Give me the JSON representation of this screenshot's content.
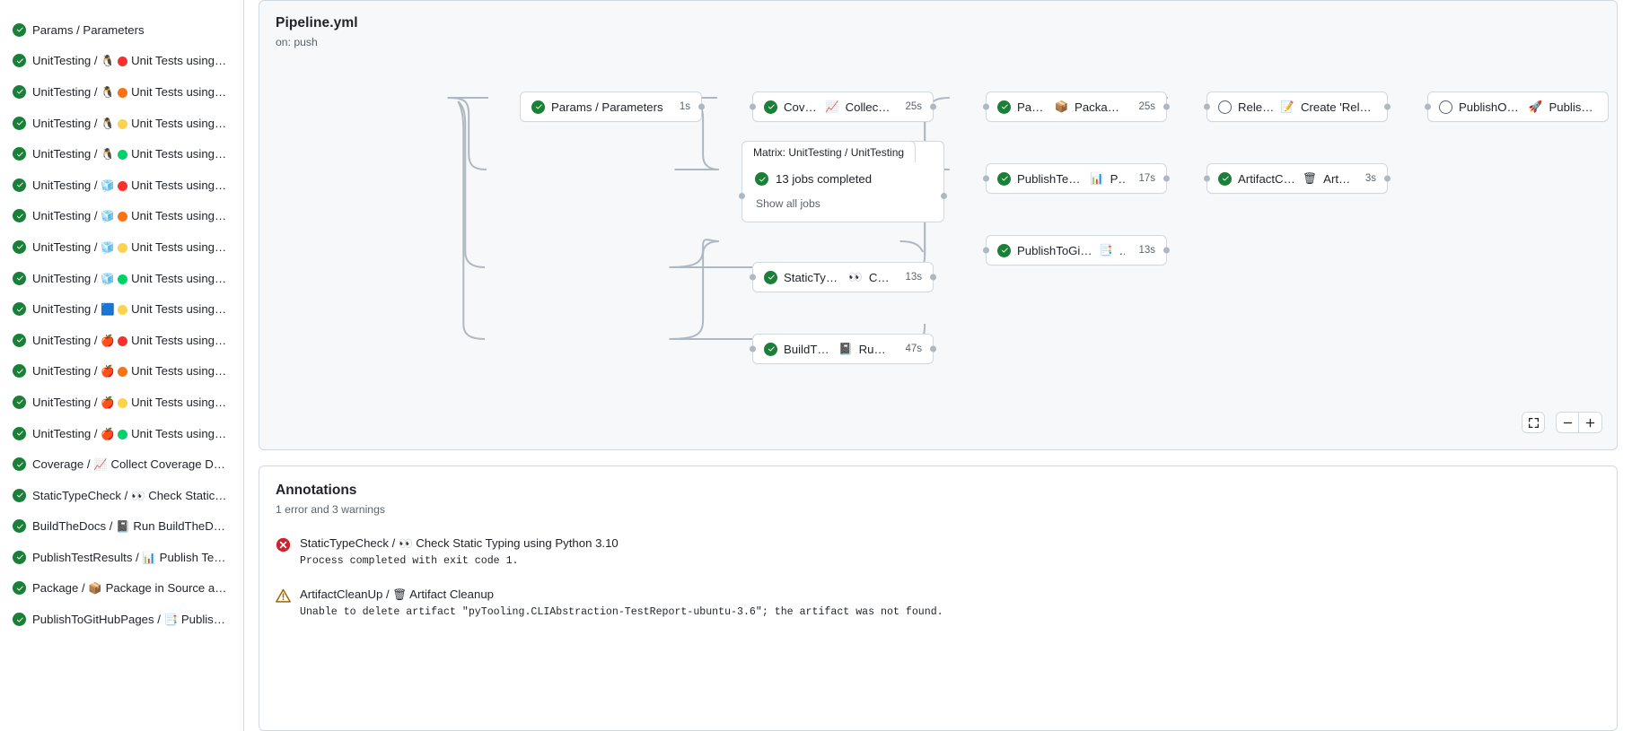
{
  "sidebar": {
    "jobs": [
      {
        "status": "success",
        "label": "Params / Parameters",
        "emoji": "",
        "dot": ""
      },
      {
        "status": "success",
        "label": "UnitTesting / ",
        "emoji": "🐧",
        "dot": "#f8312f",
        "suffix": "Unit Tests using Pyth..."
      },
      {
        "status": "success",
        "label": "UnitTesting / ",
        "emoji": "🐧",
        "dot": "#f97316",
        "suffix": "Unit Tests using Pyth..."
      },
      {
        "status": "success",
        "label": "UnitTesting / ",
        "emoji": "🐧",
        "dot": "#fcd34d",
        "suffix": "Unit Tests using Pyth..."
      },
      {
        "status": "success",
        "label": "UnitTesting / ",
        "emoji": "🐧",
        "dot": "#00d26a",
        "suffix": "Unit Tests using Pyth..."
      },
      {
        "status": "success",
        "label": "UnitTesting / ",
        "emoji": "🧊",
        "dot": "#f8312f",
        "suffix": "Unit Tests using Pyth..."
      },
      {
        "status": "success",
        "label": "UnitTesting / ",
        "emoji": "🧊",
        "dot": "#f97316",
        "suffix": "Unit Tests using Pyth..."
      },
      {
        "status": "success",
        "label": "UnitTesting / ",
        "emoji": "🧊",
        "dot": "#fcd34d",
        "suffix": "Unit Tests using Pyth..."
      },
      {
        "status": "success",
        "label": "UnitTesting / ",
        "emoji": "🧊",
        "dot": "#00d26a",
        "suffix": "Unit Tests using Pyth..."
      },
      {
        "status": "success",
        "label": "UnitTesting / ",
        "emoji": "🟦",
        "dot": "#fcd34d",
        "suffix": "Unit Tests using Pyth..."
      },
      {
        "status": "success",
        "label": "UnitTesting / ",
        "emoji": "🍎",
        "dot": "#f8312f",
        "suffix": "Unit Tests using Pyth..."
      },
      {
        "status": "success",
        "label": "UnitTesting / ",
        "emoji": "🍎",
        "dot": "#f97316",
        "suffix": "Unit Tests using Pyth..."
      },
      {
        "status": "success",
        "label": "UnitTesting / ",
        "emoji": "🍎",
        "dot": "#fcd34d",
        "suffix": "Unit Tests using Pyth..."
      },
      {
        "status": "success",
        "label": "UnitTesting / ",
        "emoji": "🍎",
        "dot": "#00d26a",
        "suffix": "Unit Tests using Pyth..."
      },
      {
        "status": "success",
        "label": "Coverage / ",
        "emoji": "📈",
        "dot": "",
        "suffix": "Collect Coverage Data usi..."
      },
      {
        "status": "success",
        "label": "StaticTypeCheck / ",
        "emoji": "👀",
        "dot": "",
        "suffix": "Check Static Typing..."
      },
      {
        "status": "success",
        "label": "BuildTheDocs / ",
        "emoji": "📓",
        "dot": "",
        "suffix": "Run BuildTheDocs"
      },
      {
        "status": "success",
        "label": "PublishTestResults / ",
        "emoji": "📊",
        "dot": "",
        "suffix": "Publish Test Resu..."
      },
      {
        "status": "success",
        "label": "Package / ",
        "emoji": "📦",
        "dot": "",
        "suffix": "Package in Source and Wh..."
      },
      {
        "status": "success",
        "label": "PublishToGitHubPages / ",
        "emoji": "📑",
        "dot": "",
        "suffix": "Publish to G..."
      }
    ]
  },
  "graph": {
    "title": "Pipeline.yml",
    "trigger": "on: push",
    "nodes": [
      {
        "id": "params",
        "status": "success",
        "text": "Params / Parameters",
        "emoji": "",
        "duration": "1s"
      },
      {
        "id": "coverage",
        "status": "success",
        "text": "Coverage / ",
        "emoji": "📈",
        "text2": "Collect Cove...",
        "duration": "25s"
      },
      {
        "id": "package",
        "status": "success",
        "text": "Package / ",
        "emoji": "📦",
        "text2": "Package in So...",
        "duration": "25s"
      },
      {
        "id": "release",
        "status": "pending",
        "text": "Release / ",
        "emoji": "📝",
        "text2": "Create 'Release P...",
        "duration": ""
      },
      {
        "id": "pypi",
        "status": "pending",
        "text": "PublishOnPyPI / ",
        "emoji": "🚀",
        "text2": "Publish to ...",
        "duration": ""
      },
      {
        "id": "testresults",
        "status": "success",
        "text": "PublishTestResults / ",
        "emoji": "📊",
        "text2": "Pu...",
        "duration": "17s"
      },
      {
        "id": "artifact",
        "status": "success",
        "text": "ArtifactCleanUp / ",
        "emoji": "🗑",
        "text2": "Artifac...",
        "duration": "3s"
      },
      {
        "id": "ghpages",
        "status": "success",
        "text": "PublishToGitHubPages / ",
        "emoji": "📑",
        "text2": "... ",
        "duration": "13s"
      },
      {
        "id": "statictype",
        "status": "success",
        "text": "StaticTypeCheck / ",
        "emoji": "👀",
        "text2": "Chec...",
        "duration": "13s"
      },
      {
        "id": "builddocs",
        "status": "success",
        "text": "BuildTheDocs / ",
        "emoji": "📓",
        "text2": "Run Buil...",
        "duration": "47s"
      }
    ],
    "matrix": {
      "tab_label": "Matrix: UnitTesting / UnitTesting",
      "status": "success",
      "summary": "13 jobs completed",
      "show_all": "Show all jobs"
    },
    "zoom_controls": {
      "fit_label": "fit-screen-icon",
      "zoom_out_label": "−",
      "zoom_in_label": "+"
    }
  },
  "annotations": {
    "title": "Annotations",
    "subtitle": "1 error and 3 warnings",
    "items": [
      {
        "severity": "error",
        "name": "StaticTypeCheck / ",
        "emoji": "👀",
        "name2": "Check Static Typing using Python 3.10",
        "message": "Process completed with exit code 1."
      },
      {
        "severity": "warning",
        "name": "ArtifactCleanUp / ",
        "emoji": "🗑",
        "name2": "Artifact Cleanup",
        "message": "Unable to delete artifact \"pyTooling.CLIAbstraction-TestReport-ubuntu-3.6\"; the artifact was not found."
      }
    ]
  },
  "colors": {
    "success": "#1a7f37",
    "error": "#cf222e",
    "warning": "#9a6700",
    "border": "#d1d9e0",
    "muted": "#59636e",
    "canvas": "#f6f8fa",
    "edge": "#afb8c1"
  }
}
